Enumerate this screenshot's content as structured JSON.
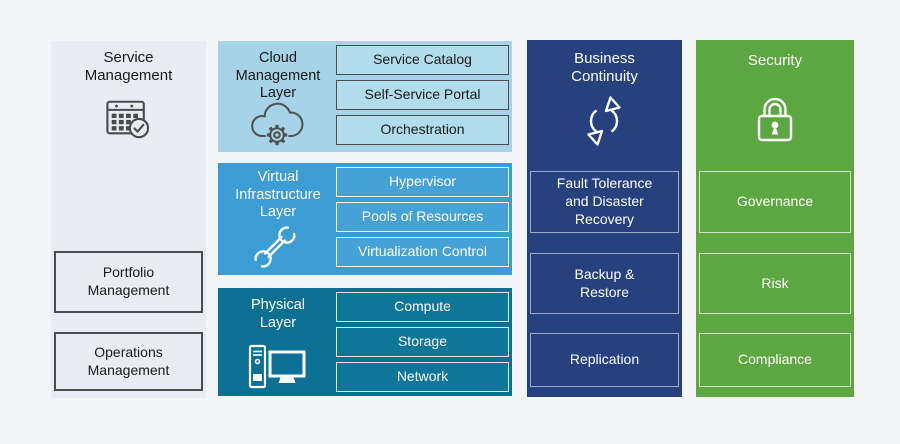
{
  "service_management": {
    "title": "Service\nManagement",
    "boxes": [
      {
        "label": "Portfolio\nManagement"
      },
      {
        "label": "Operations\nManagement"
      }
    ]
  },
  "cloud_management_layer": {
    "title": "Cloud\nManagement\nLayer",
    "boxes": [
      {
        "label": "Service Catalog"
      },
      {
        "label": "Self-Service Portal"
      },
      {
        "label": "Orchestration"
      }
    ]
  },
  "virtual_infrastructure_layer": {
    "title": "Virtual\nInfrastructure\nLayer",
    "boxes": [
      {
        "label": "Hypervisor"
      },
      {
        "label": "Pools of Resources"
      },
      {
        "label": "Virtualization Control"
      }
    ]
  },
  "physical_layer": {
    "title": "Physical\nLayer",
    "boxes": [
      {
        "label": "Compute"
      },
      {
        "label": "Storage"
      },
      {
        "label": "Network"
      }
    ]
  },
  "business_continuity": {
    "title": "Business\nContinuity",
    "boxes": [
      {
        "label": "Fault Tolerance\nand Disaster\nRecovery"
      },
      {
        "label": "Backup &\nRestore"
      },
      {
        "label": "Replication"
      }
    ]
  },
  "security": {
    "title": "Security",
    "boxes": [
      {
        "label": "Governance"
      },
      {
        "label": "Risk"
      },
      {
        "label": "Compliance"
      }
    ]
  },
  "icons": {
    "service_management": "calendar-check-icon",
    "cloud_management_layer": "cloud-gear-icon",
    "virtual_infrastructure_layer": "wrench-icon",
    "physical_layer": "desktop-computer-icon",
    "business_continuity": "sync-arrows-icon",
    "security": "lock-icon"
  },
  "colors": {
    "page_bg": "#f4f5f6",
    "service_bg": "#e9edf3",
    "cloud_bg": "#a6d3e7",
    "virtual_bg": "#3b9dd4",
    "physical_bg": "#0b7093",
    "continuity_bg": "#26417e",
    "security_bg": "#5da742",
    "dark_outline": "#4d4d4d"
  }
}
